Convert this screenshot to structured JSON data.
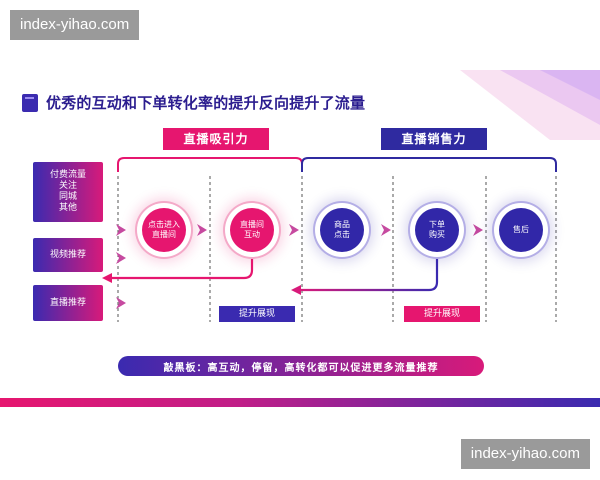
{
  "watermark": {
    "top": "index-yihao.com",
    "bottom": "index-yihao.com"
  },
  "title": "优秀的互动和下单转化率的提升反向提升了流量",
  "stages": {
    "attraction": "直播吸引力",
    "sales": "直播销售力"
  },
  "sources": [
    {
      "lines": [
        "付费流量",
        "关注",
        "同城",
        "其他"
      ]
    },
    {
      "lines": [
        "视频推荐"
      ]
    },
    {
      "lines": [
        "直播推荐"
      ]
    }
  ],
  "nodes": [
    {
      "lines": [
        "点击进入",
        "直播间"
      ],
      "color": "#e6166f"
    },
    {
      "lines": [
        "直播间",
        "互动"
      ],
      "color": "#e6166f"
    },
    {
      "lines": [
        "商品",
        "点击"
      ],
      "color": "#3127a8"
    },
    {
      "lines": [
        "下单",
        "购买"
      ],
      "color": "#3127a8"
    },
    {
      "lines": [
        "售后"
      ],
      "color": "#3127a8"
    }
  ],
  "boost_tags": [
    "提升展现",
    "提升展现"
  ],
  "banner": "敲黑板：高互动，停留，高转化都可以促进更多流量推荐",
  "colors": {
    "pink": "#e6166f",
    "navy": "#2f2aa0"
  }
}
